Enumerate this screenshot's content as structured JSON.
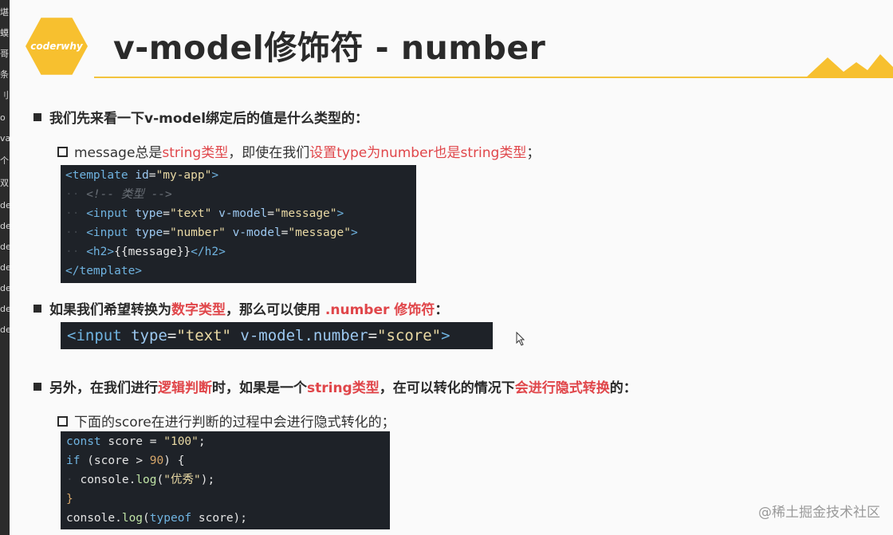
{
  "left_strip": [
    "堪",
    "蟆",
    "哥",
    "条",
    "刂",
    "o",
    "va",
    "个",
    "双",
    "de",
    "de",
    "de",
    "de",
    "de",
    "de",
    "de"
  ],
  "logo": {
    "text": "coderwhy"
  },
  "title": "v-model修饰符 - number",
  "colors": {
    "accent": "#f7c02f",
    "highlight": "#e0464a",
    "code_bg": "#1e2228"
  },
  "bullet1": {
    "text": "我们先来看一下v-model绑定后的值是什么类型的："
  },
  "sub1": {
    "t1": "message总是",
    "t2": "string类型",
    "t3": "，即使在我们",
    "t4": "设置type为number也是string类型",
    "t5": "；"
  },
  "code1": {
    "l1_tag_open": "<template",
    "l1_attr": "id",
    "l1_eq": "=",
    "l1_str": "\"my-app\"",
    "l1_close": ">",
    "l2_comment": "<!-- 类型 -->",
    "l3_tag": "<input",
    "l3_attr1": "type",
    "l3_str1": "\"text\"",
    "l3_attr2": "v-model",
    "l3_str2": "\"message\"",
    "l3_close": ">",
    "l4_tag": "<input",
    "l4_attr1": "type",
    "l4_str1": "\"number\"",
    "l4_attr2": "v-model",
    "l4_str2": "\"message\"",
    "l4_close": ">",
    "l5_open": "<h2>",
    "l5_text": "{{message}}",
    "l5_close": "</h2>",
    "l6": "</template>"
  },
  "bullet2": {
    "t1": "如果我们希望转换为",
    "t2": "数字类型",
    "t3": "，那么可以使用 ",
    "t4": ".number 修饰符",
    "t5": "："
  },
  "code2": {
    "tag": "<input",
    "attr1": "type",
    "str1": "\"text\"",
    "attr2": "v-model.number",
    "str2": "\"score\"",
    "close": ">"
  },
  "bullet3": {
    "t1": "另外，在我们进行",
    "t2": "逻辑判断",
    "t3": "时，如果是一个",
    "t4": "string类型",
    "t5": "，在可以转化的情况下",
    "t6": "会进行隐式转换",
    "t7": "的："
  },
  "sub3": {
    "text": "下面的score在进行判断的过程中会进行隐式转化的；"
  },
  "code3": {
    "l1_kw": "const",
    "l1_var": " score ",
    "l1_op": "=",
    "l1_str": " \"100\"",
    "l1_end": ";",
    "l2_kw": "if",
    "l2_a": " (score ",
    "l2_op": ">",
    "l2_num": " 90",
    "l2_b": ") {",
    "l3_obj": "console.",
    "l3_fn": "log",
    "l3_a": "(",
    "l3_str": "\"优秀\"",
    "l3_b": ");",
    "l4": "}",
    "l5_obj": "console.",
    "l5_fn": "log",
    "l5_a": "(",
    "l5_kw": "typeof",
    "l5_b": " score);"
  },
  "watermark": "@稀土掘金技术社区"
}
